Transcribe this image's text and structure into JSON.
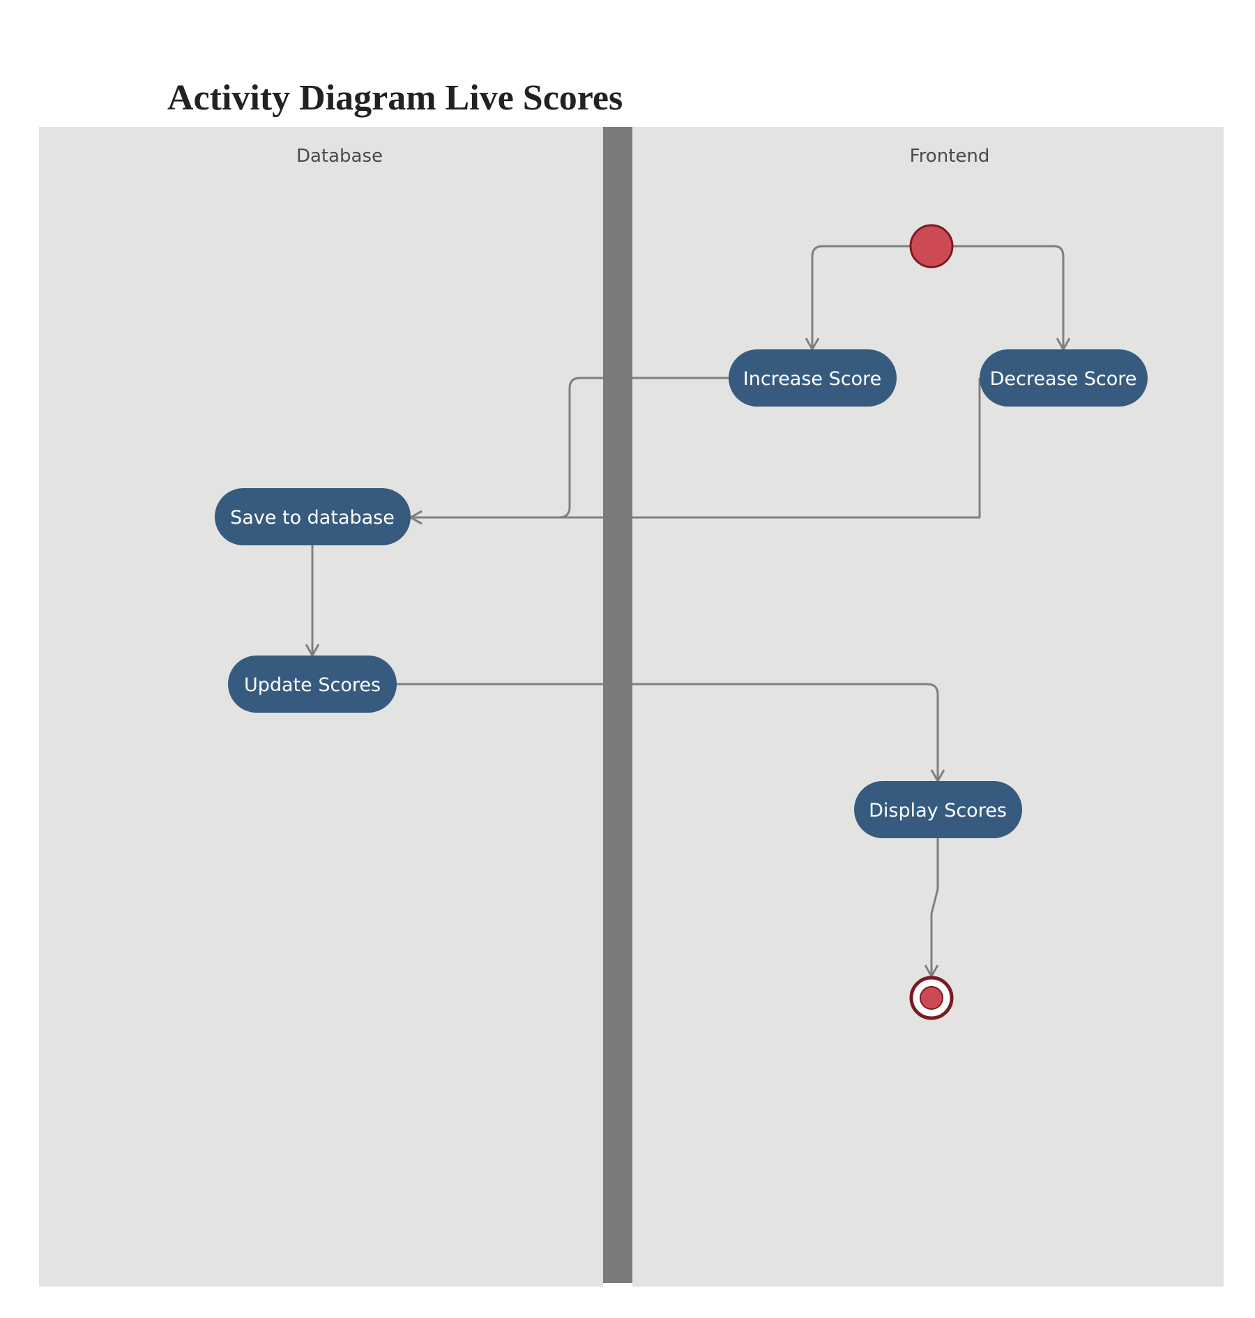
{
  "title": "Activity Diagram Live Scores",
  "lanes": [
    {
      "id": "database",
      "label": "Database"
    },
    {
      "id": "frontend",
      "label": "Frontend"
    }
  ],
  "activities": [
    {
      "id": "increase",
      "label": "Increase Score",
      "lane": "frontend"
    },
    {
      "id": "decrease",
      "label": "Decrease Score",
      "lane": "frontend"
    },
    {
      "id": "save",
      "label": "Save to database",
      "lane": "database"
    },
    {
      "id": "update",
      "label": "Update Scores",
      "lane": "database"
    },
    {
      "id": "display",
      "label": "Display Scores",
      "lane": "frontend"
    }
  ],
  "flows": [
    {
      "from": "start",
      "to": "increase"
    },
    {
      "from": "start",
      "to": "decrease"
    },
    {
      "from": "increase",
      "to": "save"
    },
    {
      "from": "decrease",
      "to": "save"
    },
    {
      "from": "save",
      "to": "update"
    },
    {
      "from": "update",
      "to": "display"
    },
    {
      "from": "display",
      "to": "end"
    }
  ],
  "colors": {
    "activity_fill": "#365b7e",
    "initial_fill": "#cd4a54",
    "node_outline": "#7a1a22",
    "lane_background": "#e3e3e2",
    "lane_divider": "#7b7b7a",
    "edge": "#7f7f7f"
  }
}
